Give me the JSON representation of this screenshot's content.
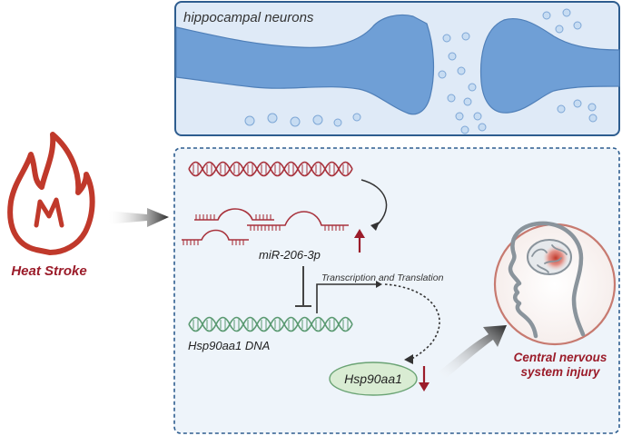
{
  "labels": {
    "neurons": "hippocampal neurons",
    "heat_stroke": "Heat Stroke",
    "mirna": "miR-206-3p",
    "transcription": "Transcription and Translation",
    "dna": "Hsp90aa1 DNA",
    "protein": "Hsp90aa1",
    "injury_line1": "Central nervous",
    "injury_line2": "system injury"
  },
  "colors": {
    "flame": "#c0392b",
    "dark_red": "#9b1c2a",
    "neuron_fill": "#6f9fd6",
    "top_panel_bg": "#dfeaf7",
    "panel_border": "#2e5d8f",
    "lower_panel_bg": "#eef4fa",
    "rna_red": "#a8323c",
    "dna_green": "#5b9a72",
    "protein_fill": "#d9ecd3",
    "head_ring": "#c77a70",
    "head_gray": "#8a949c"
  },
  "icons": {
    "flame": "flame-icon",
    "head": "human-head-icon",
    "brain": "brain-icon"
  }
}
